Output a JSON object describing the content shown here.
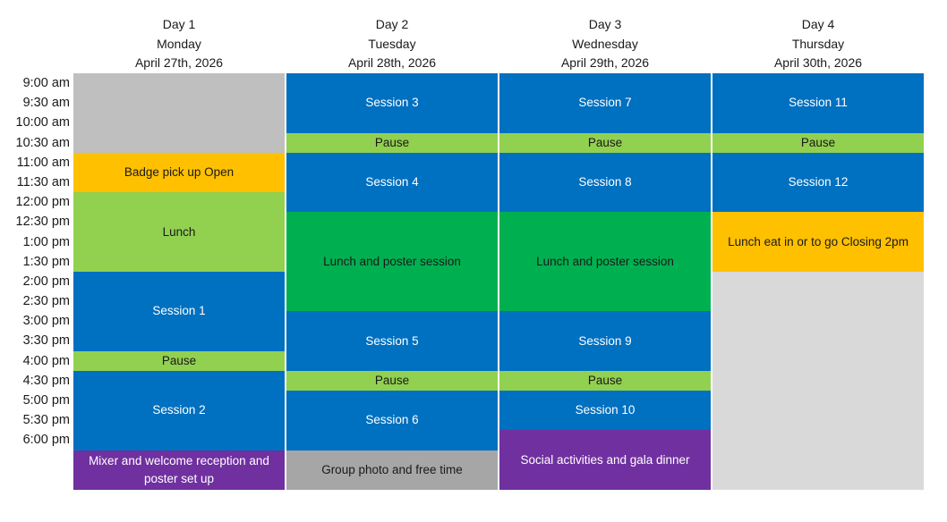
{
  "schedule": {
    "days": [
      {
        "title": "Day 1",
        "weekday": "Monday",
        "date": "April 27th, 2026"
      },
      {
        "title": "Day 2",
        "weekday": "Tuesday",
        "date": "April 28th, 2026"
      },
      {
        "title": "Day 3",
        "weekday": "Wednesday",
        "date": "April 29th, 2026"
      },
      {
        "title": "Day 4",
        "weekday": "Thursday",
        "date": "April 30th, 2026"
      }
    ],
    "time_labels": [
      "9:00 am",
      "9:30 am",
      "10:00 am",
      "10:30 am",
      "11:00 am",
      "11:30 am",
      "12:00 pm",
      "12:30 pm",
      "1:00 pm",
      "1:30 pm",
      "2:00 pm",
      "2:30 pm",
      "3:00 pm",
      "3:30 pm",
      "4:00 pm",
      "4:30 pm",
      "5:00 pm",
      "5:30 pm",
      "6:00 pm"
    ],
    "colors": {
      "session_blue": "#0070C0",
      "pause_green": "#92D050",
      "poster_green": "#00B050",
      "amber": "#FFC000",
      "purple": "#7030A0",
      "gray_medium": "#BFBFBF",
      "gray_dark": "#A6A6A6",
      "gray_light": "#D9D9D9",
      "text_dark": "#1a1a1a",
      "text_light": "#ffffff"
    },
    "events": [
      {
        "day": 0,
        "row": 1,
        "span": 4,
        "color": "gray_medium",
        "text": "dark",
        "label": ""
      },
      {
        "day": 0,
        "row": 5,
        "span": 2,
        "color": "amber",
        "text": "dark",
        "label": "Badge pick up Open"
      },
      {
        "day": 0,
        "row": 7,
        "span": 4,
        "color": "pause_green",
        "text": "dark",
        "label": "Lunch"
      },
      {
        "day": 0,
        "row": 11,
        "span": 4,
        "color": "session_blue",
        "text": "light",
        "label": "Session 1"
      },
      {
        "day": 0,
        "row": 15,
        "span": 1,
        "color": "pause_green",
        "text": "dark",
        "label": "Pause"
      },
      {
        "day": 0,
        "row": 16,
        "span": 4,
        "color": "session_blue",
        "text": "light",
        "label": "Session 2"
      },
      {
        "day": 0,
        "row": 20,
        "span": 2,
        "color": "purple",
        "text": "light",
        "label": "Mixer and welcome reception  and poster set up"
      },
      {
        "day": 1,
        "row": 1,
        "span": 3,
        "color": "session_blue",
        "text": "light",
        "label": "Session 3"
      },
      {
        "day": 1,
        "row": 4,
        "span": 1,
        "color": "pause_green",
        "text": "dark",
        "label": "Pause"
      },
      {
        "day": 1,
        "row": 5,
        "span": 3,
        "color": "session_blue",
        "text": "light",
        "label": "Session 4"
      },
      {
        "day": 1,
        "row": 8,
        "span": 5,
        "color": "poster_green",
        "text": "dark",
        "label": "Lunch and poster session"
      },
      {
        "day": 1,
        "row": 13,
        "span": 3,
        "color": "session_blue",
        "text": "light",
        "label": "Session 5"
      },
      {
        "day": 1,
        "row": 16,
        "span": 1,
        "color": "pause_green",
        "text": "dark",
        "label": "Pause"
      },
      {
        "day": 1,
        "row": 17,
        "span": 3,
        "color": "session_blue",
        "text": "light",
        "label": "Session 6"
      },
      {
        "day": 1,
        "row": 20,
        "span": 2,
        "color": "gray_dark",
        "text": "dark",
        "label": "Group photo and free time"
      },
      {
        "day": 2,
        "row": 1,
        "span": 3,
        "color": "session_blue",
        "text": "light",
        "label": "Session 7"
      },
      {
        "day": 2,
        "row": 4,
        "span": 1,
        "color": "pause_green",
        "text": "dark",
        "label": "Pause"
      },
      {
        "day": 2,
        "row": 5,
        "span": 3,
        "color": "session_blue",
        "text": "light",
        "label": "Session 8"
      },
      {
        "day": 2,
        "row": 8,
        "span": 5,
        "color": "poster_green",
        "text": "dark",
        "label": "Lunch and poster session"
      },
      {
        "day": 2,
        "row": 13,
        "span": 3,
        "color": "session_blue",
        "text": "light",
        "label": "Session 9"
      },
      {
        "day": 2,
        "row": 16,
        "span": 1,
        "color": "pause_green",
        "text": "dark",
        "label": "Pause"
      },
      {
        "day": 2,
        "row": 17,
        "span": 2,
        "color": "session_blue",
        "text": "light",
        "label": "Session 10"
      },
      {
        "day": 2,
        "row": 19,
        "span": 3,
        "color": "purple",
        "text": "light",
        "label": "Social activities and gala dinner"
      },
      {
        "day": 3,
        "row": 1,
        "span": 3,
        "color": "session_blue",
        "text": "light",
        "label": "Session 11"
      },
      {
        "day": 3,
        "row": 4,
        "span": 1,
        "color": "pause_green",
        "text": "dark",
        "label": "Pause"
      },
      {
        "day": 3,
        "row": 5,
        "span": 3,
        "color": "session_blue",
        "text": "light",
        "label": "Session 12"
      },
      {
        "day": 3,
        "row": 8,
        "span": 3,
        "color": "amber",
        "text": "dark",
        "label": "Lunch eat in or to go Closing 2pm"
      },
      {
        "day": 3,
        "row": 11,
        "span": 11,
        "color": "gray_light",
        "text": "dark",
        "label": ""
      }
    ]
  }
}
